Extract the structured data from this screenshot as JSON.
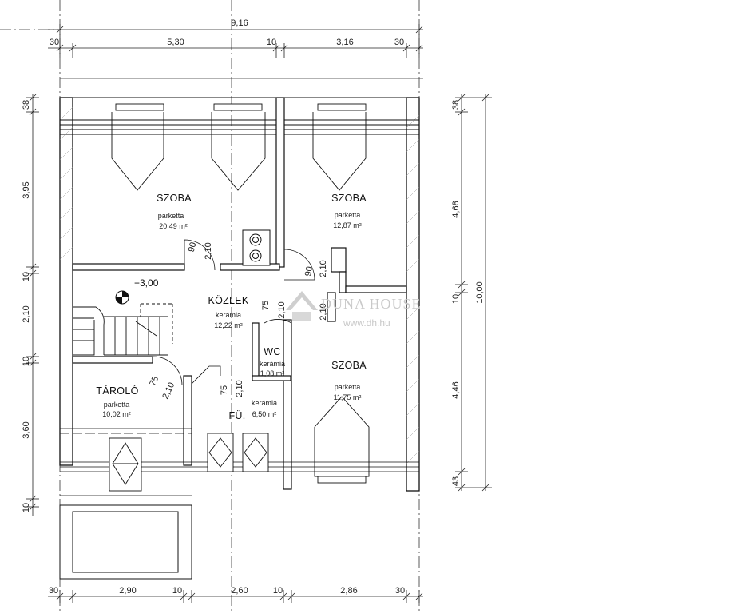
{
  "dimensions": {
    "top_total": "9,16",
    "top_left_wall": "30",
    "top_segment_1": "5,30",
    "top_mid_wall": "10",
    "top_segment_2": "3,16",
    "top_right_wall": "30",
    "bottom_left_wall": "30",
    "bottom_segment_1": "2,90",
    "bottom_wall_1": "10",
    "bottom_segment_2": "2,60",
    "bottom_wall_2": "10",
    "bottom_segment_3": "2,86",
    "bottom_right_wall": "30",
    "left_1": "38",
    "left_2": "3,95",
    "left_3": "10",
    "left_4": "2,10",
    "left_5": "10",
    "left_6": "3,60",
    "left_7": "10",
    "right_1": "38",
    "right_2": "4,68",
    "right_3": "10",
    "right_4": "4,46",
    "right_5": "43",
    "right_total": "10,00"
  },
  "rooms": [
    {
      "name": "SZOBA",
      "floor": "parketta",
      "area": "20,49 m²"
    },
    {
      "name": "SZOBA",
      "floor": "parketta",
      "area": "12,87 m²"
    },
    {
      "name": "KÖZLEK",
      "floor": "kerámia",
      "area": "12,22 m²"
    },
    {
      "name": "WC",
      "floor": "kerámia",
      "area": "1,08 m²"
    },
    {
      "name": "SZOBA",
      "floor": "parketta",
      "area": "11,75 m²"
    },
    {
      "name": "TÁROLÓ",
      "floor": "parketta",
      "area": "10,02 m²"
    },
    {
      "name": "FÜ.",
      "floor": "kerámia",
      "area": "6,50 m²"
    }
  ],
  "doors": {
    "d1_width": "90",
    "d1_height": "2,10",
    "d2_width": "90",
    "d2_height": "2,10",
    "d3_width": "75",
    "d3_height": "2,10",
    "d4_height": "2,10",
    "d5_width": "75",
    "d5_height": "2,10",
    "d6_width": "75",
    "d6_height": "2,10"
  },
  "elevation": "+3,00",
  "watermark": {
    "brand": "DUNA HOUSE",
    "url": "www.dh.hu"
  }
}
